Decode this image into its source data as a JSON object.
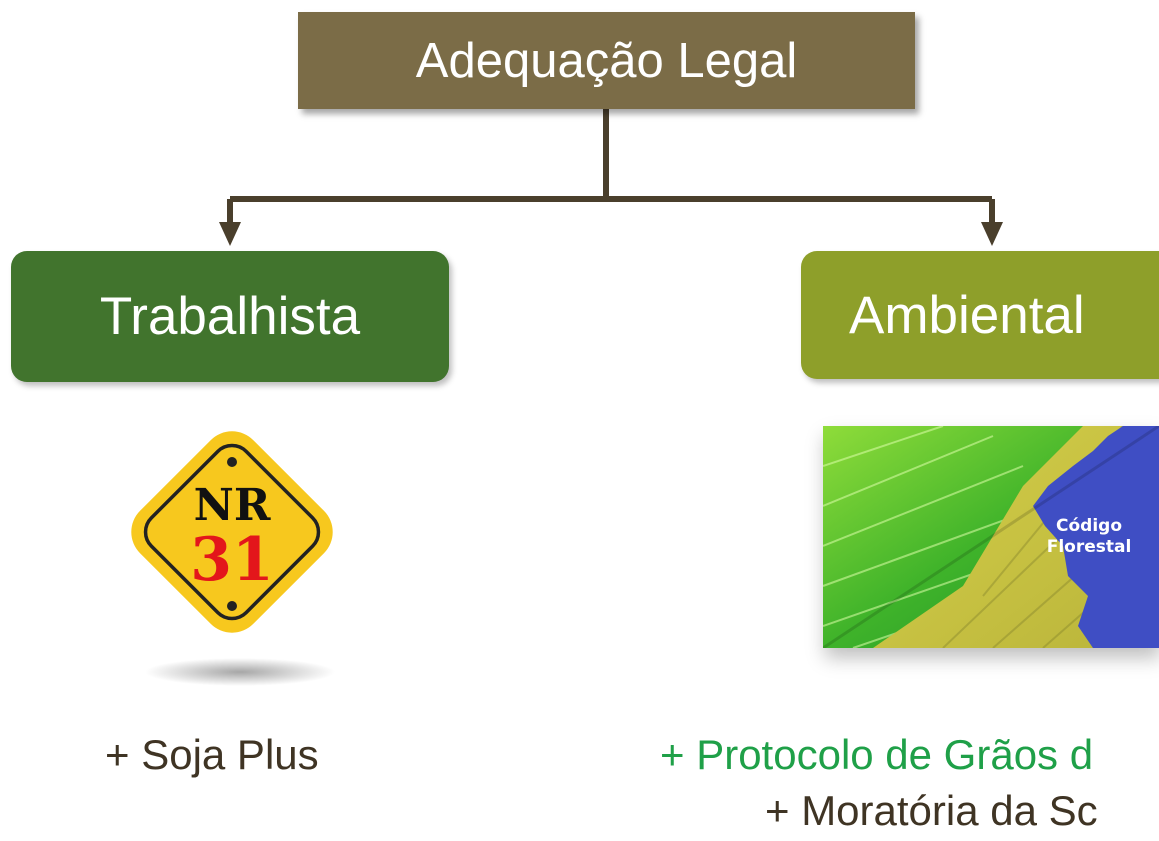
{
  "root": {
    "label": "Adequação Legal"
  },
  "branches": {
    "trabalhista": {
      "label": "Trabalhista",
      "sign_line1": "NR",
      "sign_line2": "31",
      "note": "+ Soja Plus"
    },
    "ambiental": {
      "label": "Ambiental",
      "image_label_line1": "Código",
      "image_label_line2": "Florestal",
      "note_1": "+ Protocolo de Grãos d",
      "note_2": "+ Moratória da Sc"
    }
  },
  "colors": {
    "root": "#7b6c47",
    "trabalhista": "#41742d",
    "ambiental": "#8e9f2a",
    "connector": "#4a3f2c",
    "sign_yellow": "#f7c81e",
    "sign_red": "#e3161b",
    "green_text": "#1fa048"
  }
}
